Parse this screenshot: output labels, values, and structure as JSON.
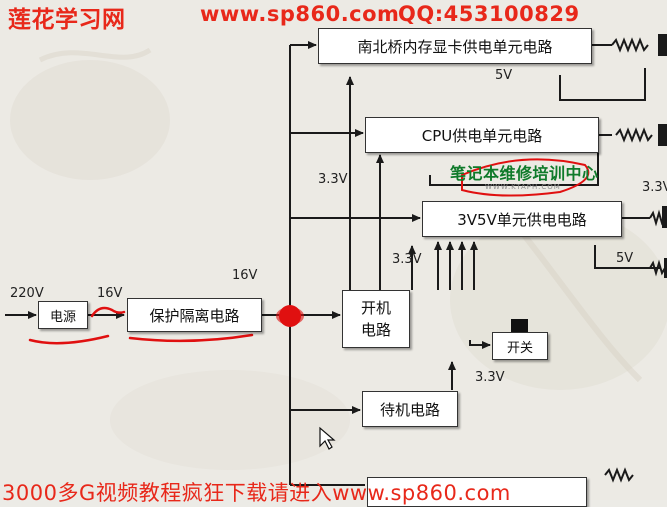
{
  "header": {
    "site_name": "莲花学习网",
    "url": "www.sp860.com",
    "qq": "QQ:453100829"
  },
  "footer": {
    "promo": "3000多G视频教程疯狂下载请进入www.sp860.com"
  },
  "overlay": {
    "training_center": "笔记本维修培训中心",
    "small_url": "WWW.KTAPH.COM"
  },
  "blocks": {
    "power_source": "电源",
    "protection_isolation": "保护隔离电路",
    "nb_sb_mem_vga": "南北桥内存显卡供电单元电路",
    "cpu_power": "CPU供电单元电路",
    "v3v5_power": "3V5V单元供电电路",
    "power_on_line1": "开机",
    "power_on_line2": "电路",
    "switch": "开关",
    "standby": "待机电路"
  },
  "labels": {
    "v220": "220V",
    "v16_in": "16V",
    "v16_bus": "16V",
    "v5_top": "5V",
    "v3_3_left": "3.3V",
    "v3_3_right": "3.3V",
    "v3_3_mid": "3.3V",
    "v5_right": "5V",
    "v3_3_switch": "3.3V"
  },
  "colors": {
    "watermark_red": "#e8281a",
    "annotation_red": "#e01010",
    "training_green": "#0f7a2a",
    "line": "#1a1a1a"
  },
  "icons": {
    "cursor": "mouse-pointer-icon",
    "switch_knob": "switch-knob-icon"
  }
}
